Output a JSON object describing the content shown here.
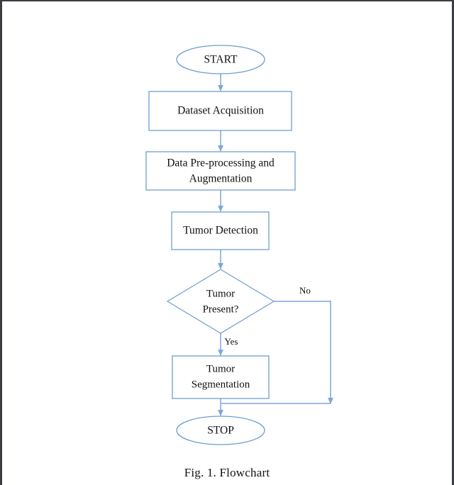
{
  "figure": {
    "caption": "Fig. 1. Flowchart",
    "colors": {
      "shape_stroke": "#6f9dd0",
      "connector": "#7ba7d7",
      "text": "#101010",
      "background": "#ffffff",
      "page_border": "#3a3d42"
    }
  },
  "chart_data": {
    "type": "diagram",
    "title": "Fig. 1. Flowchart",
    "nodes": [
      {
        "id": "start",
        "shape": "ellipse",
        "label": "START"
      },
      {
        "id": "dataset",
        "shape": "rectangle",
        "label": "Dataset Acquisition"
      },
      {
        "id": "preprocess",
        "shape": "rectangle",
        "label_line1": "Data Pre-processing and",
        "label_line2": "Augmentation"
      },
      {
        "id": "detection",
        "shape": "rectangle",
        "label": "Tumor Detection"
      },
      {
        "id": "decision",
        "shape": "diamond",
        "label_line1": "Tumor",
        "label_line2": "Present?"
      },
      {
        "id": "segmentation",
        "shape": "rectangle",
        "label_line1": "Tumor",
        "label_line2": "Segmentation"
      },
      {
        "id": "stop",
        "shape": "ellipse",
        "label": "STOP"
      }
    ],
    "edges": [
      {
        "from": "start",
        "to": "dataset",
        "label": ""
      },
      {
        "from": "dataset",
        "to": "preprocess",
        "label": ""
      },
      {
        "from": "preprocess",
        "to": "detection",
        "label": ""
      },
      {
        "from": "detection",
        "to": "decision",
        "label": ""
      },
      {
        "from": "decision",
        "to": "segmentation",
        "label": "Yes"
      },
      {
        "from": "decision",
        "to": "stop",
        "label": "No"
      },
      {
        "from": "segmentation",
        "to": "stop",
        "label": ""
      }
    ],
    "edge_labels": {
      "yes": "Yes",
      "no": "No"
    }
  },
  "nodes": {
    "start": {
      "label": "START"
    },
    "dataset": {
      "label": "Dataset Acquisition"
    },
    "preprocess": {
      "line1": "Data Pre-processing and",
      "line2": "Augmentation"
    },
    "detection": {
      "label": "Tumor Detection"
    },
    "decision": {
      "line1": "Tumor",
      "line2": "Present?"
    },
    "segmentation": {
      "line1": "Tumor",
      "line2": "Segmentation"
    },
    "stop": {
      "label": "STOP"
    }
  },
  "labels": {
    "yes": "Yes",
    "no": "No"
  }
}
